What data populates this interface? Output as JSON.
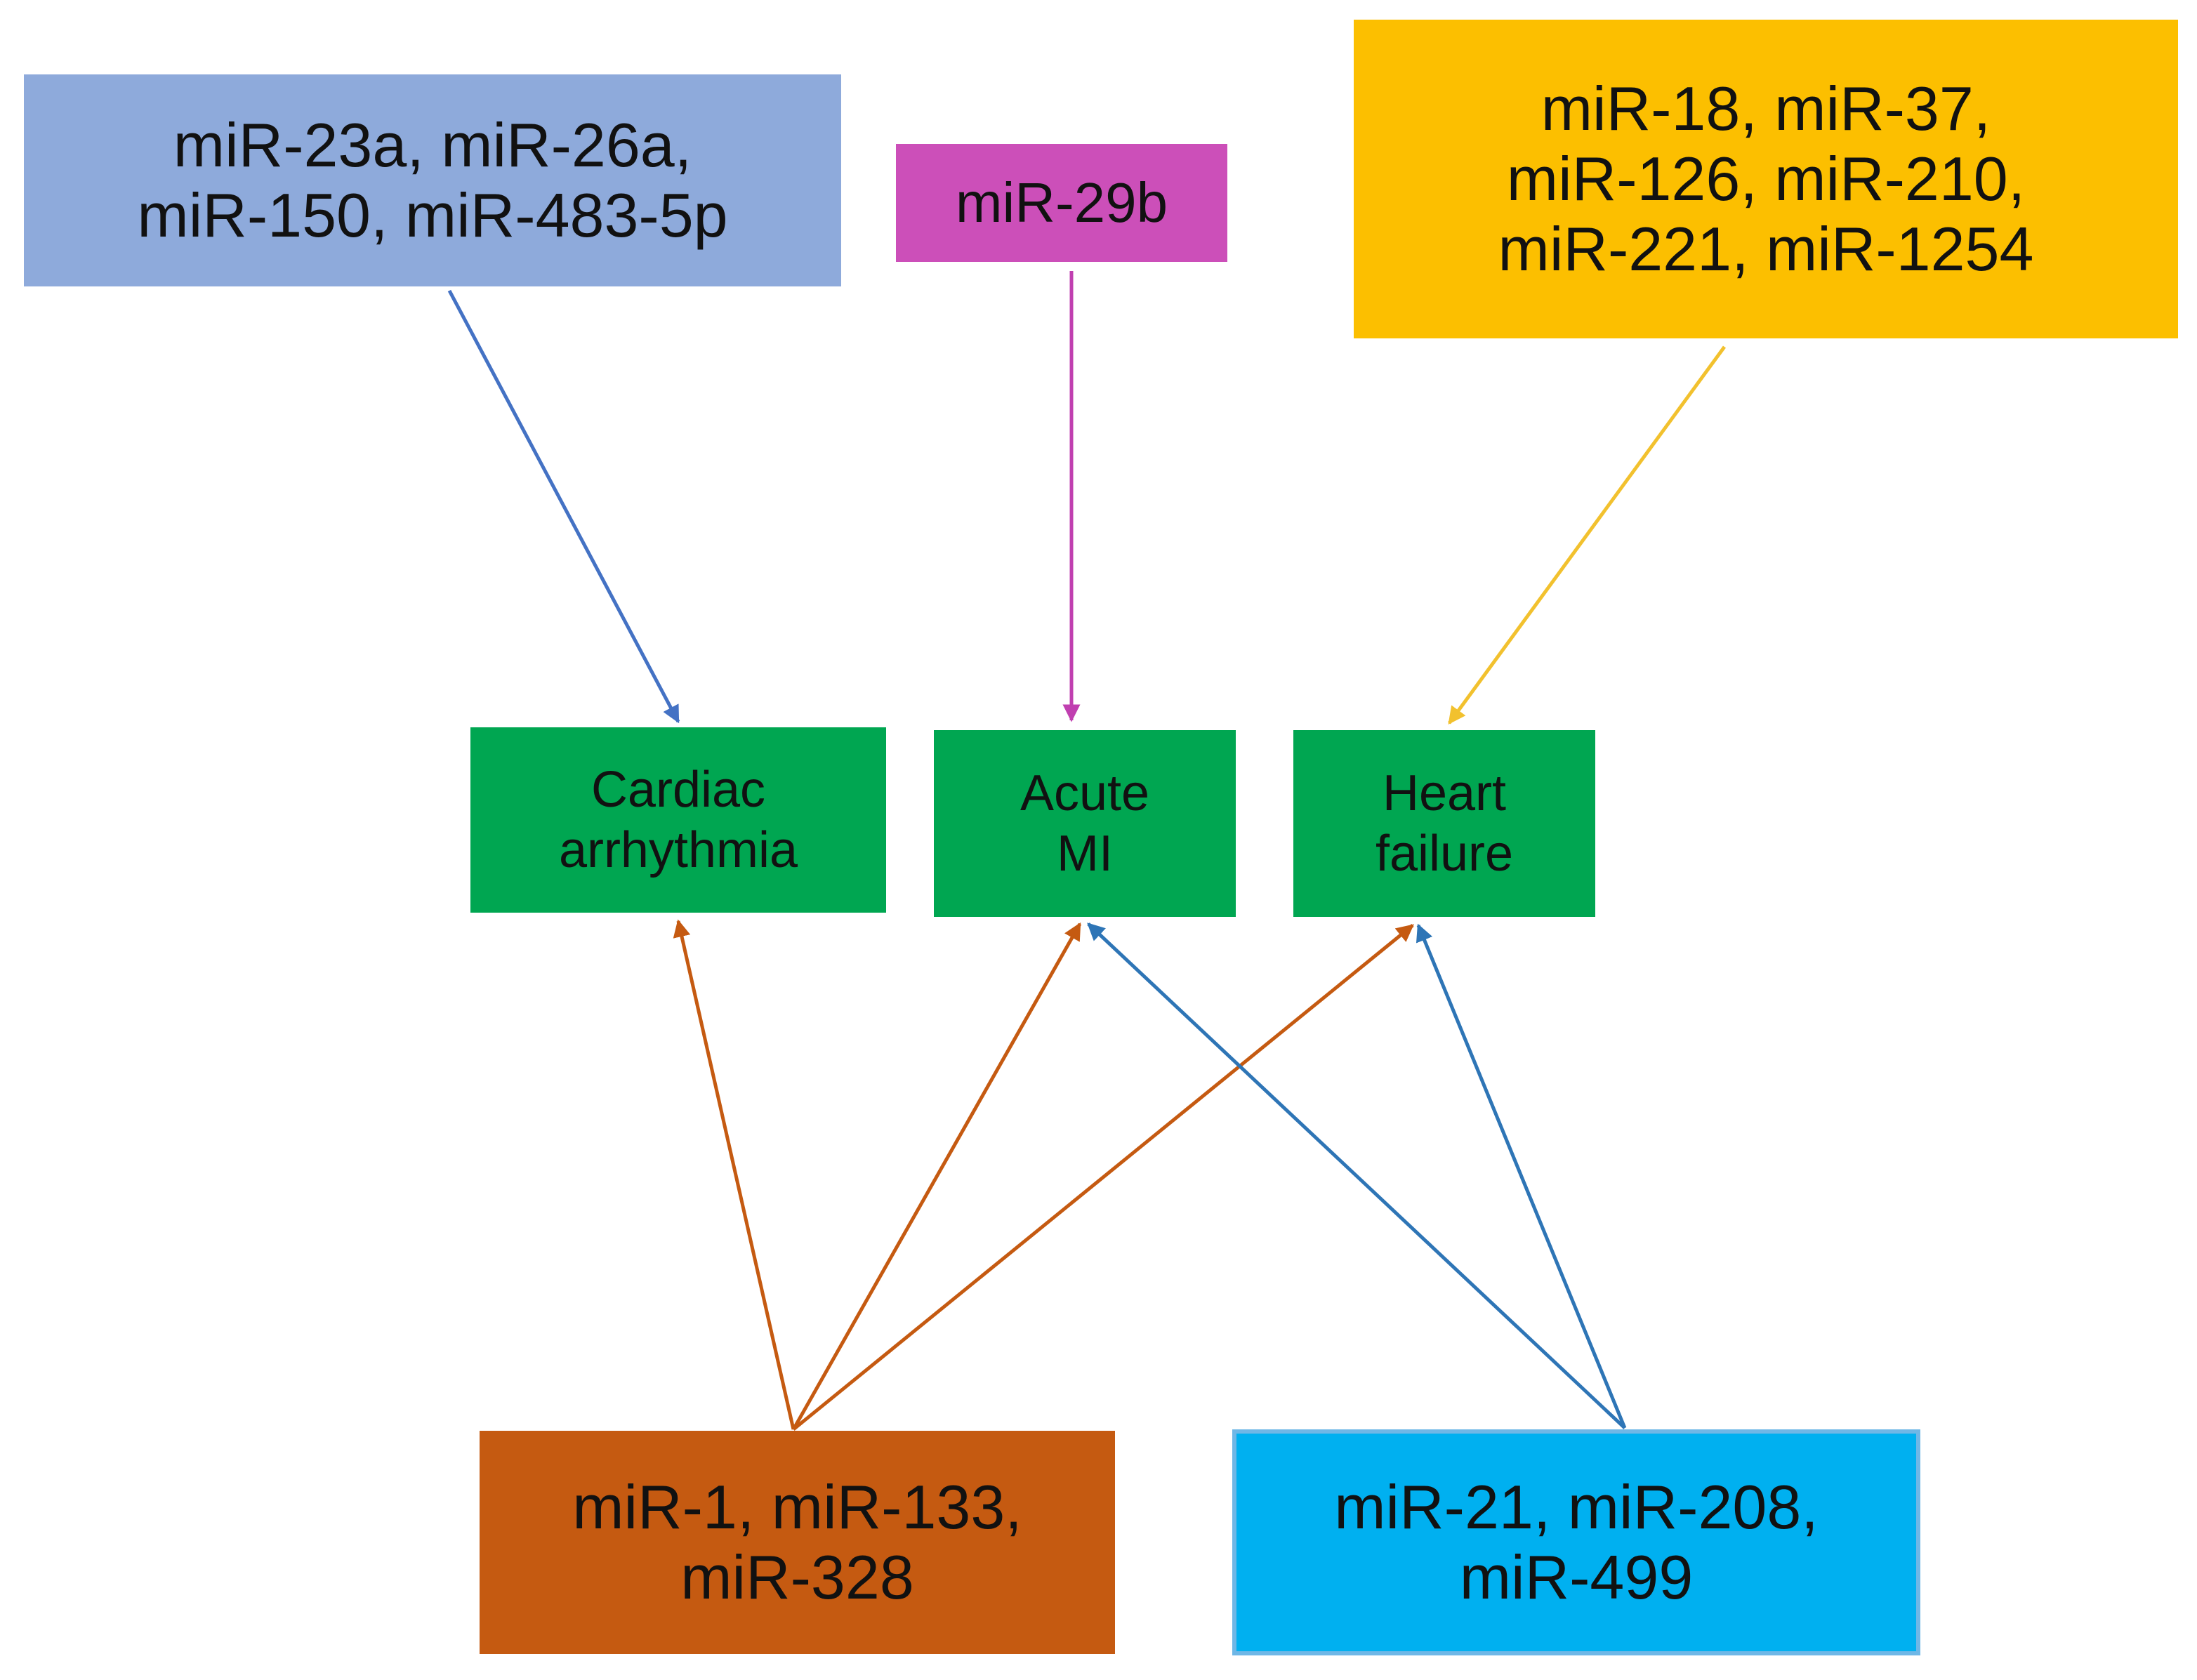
{
  "nodes": {
    "source_blue": {
      "label": "miR-23a, miR-26a,\nmiR-150, miR-483-5p",
      "color": "#8eaadb"
    },
    "source_magenta": {
      "label": "miR-29b",
      "color": "#cc4fb9"
    },
    "source_yellow": {
      "label": "miR-18, miR-37,\nmiR-126, miR-210,\nmiR-221, miR-1254",
      "color": "#fcbf00"
    },
    "cardiac_arrhythmia": {
      "label": "Cardiac\narrhythmia",
      "color": "#00a651"
    },
    "acute_mi": {
      "label": "Acute\nMI",
      "color": "#00a651"
    },
    "heart_failure": {
      "label": "Heart\nfailure",
      "color": "#00a651"
    },
    "source_orange": {
      "label": "miR-1, miR-133,\nmiR-328",
      "color": "#c55a11"
    },
    "source_cyan": {
      "label": "miR-21, miR-208,\nmiR-499",
      "color": "#00b0f0"
    }
  },
  "edges": [
    {
      "from": "source_blue",
      "to": "cardiac_arrhythmia",
      "color": "#4472c4"
    },
    {
      "from": "source_magenta",
      "to": "acute_mi",
      "color": "#c03fb0"
    },
    {
      "from": "source_yellow",
      "to": "heart_failure",
      "color": "#f2c12e"
    },
    {
      "from": "source_orange",
      "to": "cardiac_arrhythmia",
      "color": "#c55a11"
    },
    {
      "from": "source_orange",
      "to": "acute_mi",
      "color": "#c55a11"
    },
    {
      "from": "source_orange",
      "to": "heart_failure",
      "color": "#c55a11"
    },
    {
      "from": "source_cyan",
      "to": "acute_mi",
      "color": "#2e75b6"
    },
    {
      "from": "source_cyan",
      "to": "heart_failure",
      "color": "#2e75b6"
    }
  ]
}
